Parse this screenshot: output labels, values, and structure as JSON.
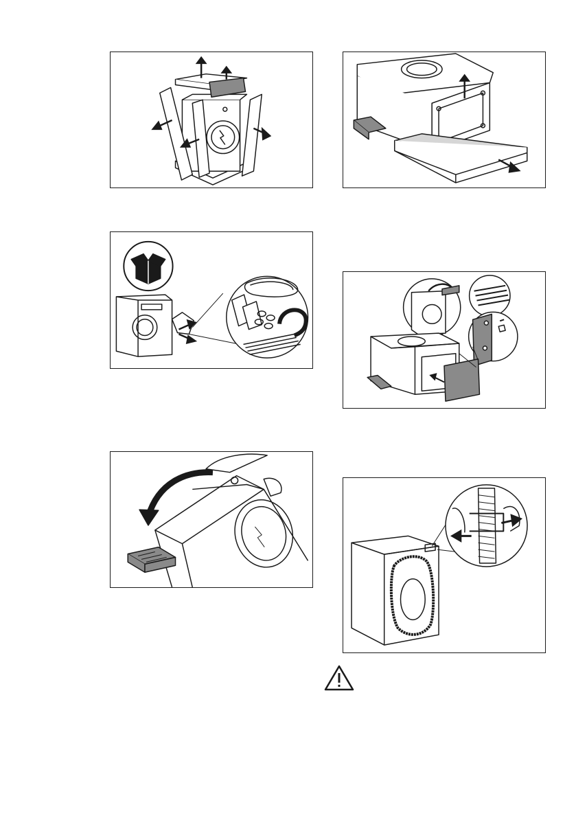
{
  "figures": [
    {
      "id": "remove-packaging",
      "icon": "packaging-removal-illustration"
    },
    {
      "id": "remove-base-foam",
      "icon": "base-removal-illustration"
    },
    {
      "id": "accessories",
      "icon": "accessories-box-illustration"
    },
    {
      "id": "cover-rear",
      "icon": "rear-panel-cover-illustration"
    },
    {
      "id": "tilt-machine",
      "icon": "tilt-machine-illustration"
    },
    {
      "id": "hose-holder",
      "icon": "hose-clip-illustration"
    }
  ],
  "warning": {
    "icon": "warning-triangle-icon"
  },
  "colors": {
    "line": "#1a1a1a",
    "grey": "#8a8a8a",
    "lightgrey": "#d6d6d6"
  }
}
